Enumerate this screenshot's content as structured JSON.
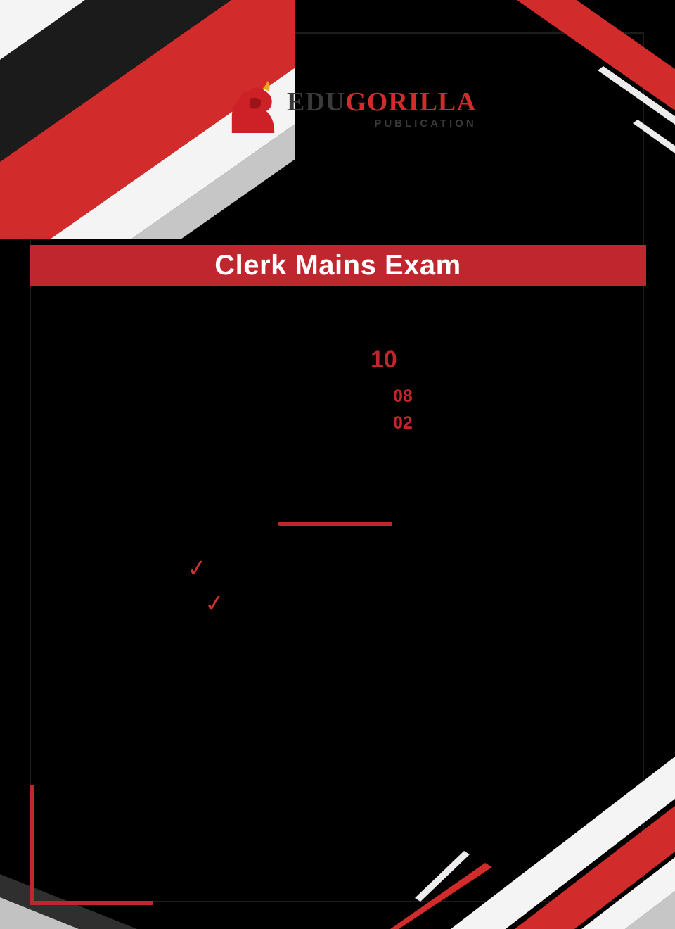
{
  "page": {
    "bg": "#000000"
  },
  "logo": {
    "word_primary": "EDU",
    "word_secondary": "GORILLA",
    "tagline": "PUBLICATION"
  },
  "banner": {
    "title": "Clerk Mains Exam"
  },
  "stats": {
    "total": "10",
    "line1": "08",
    "line2": "02"
  },
  "icons": {
    "check": "✓",
    "gorilla": "gorilla-mascot",
    "flame": "flame-on-head"
  },
  "colors": {
    "banner_red": "#c0262d",
    "ribbon_red": "#d22b2b",
    "ribbon_white": "#f4f4f4",
    "ribbon_gray": "#c6c6c6",
    "ribbon_dark": "#1b1b1b",
    "flame_yellow": "#f0a417",
    "logo_dark": "#3a3a3a",
    "title_text": "#ffffff"
  }
}
